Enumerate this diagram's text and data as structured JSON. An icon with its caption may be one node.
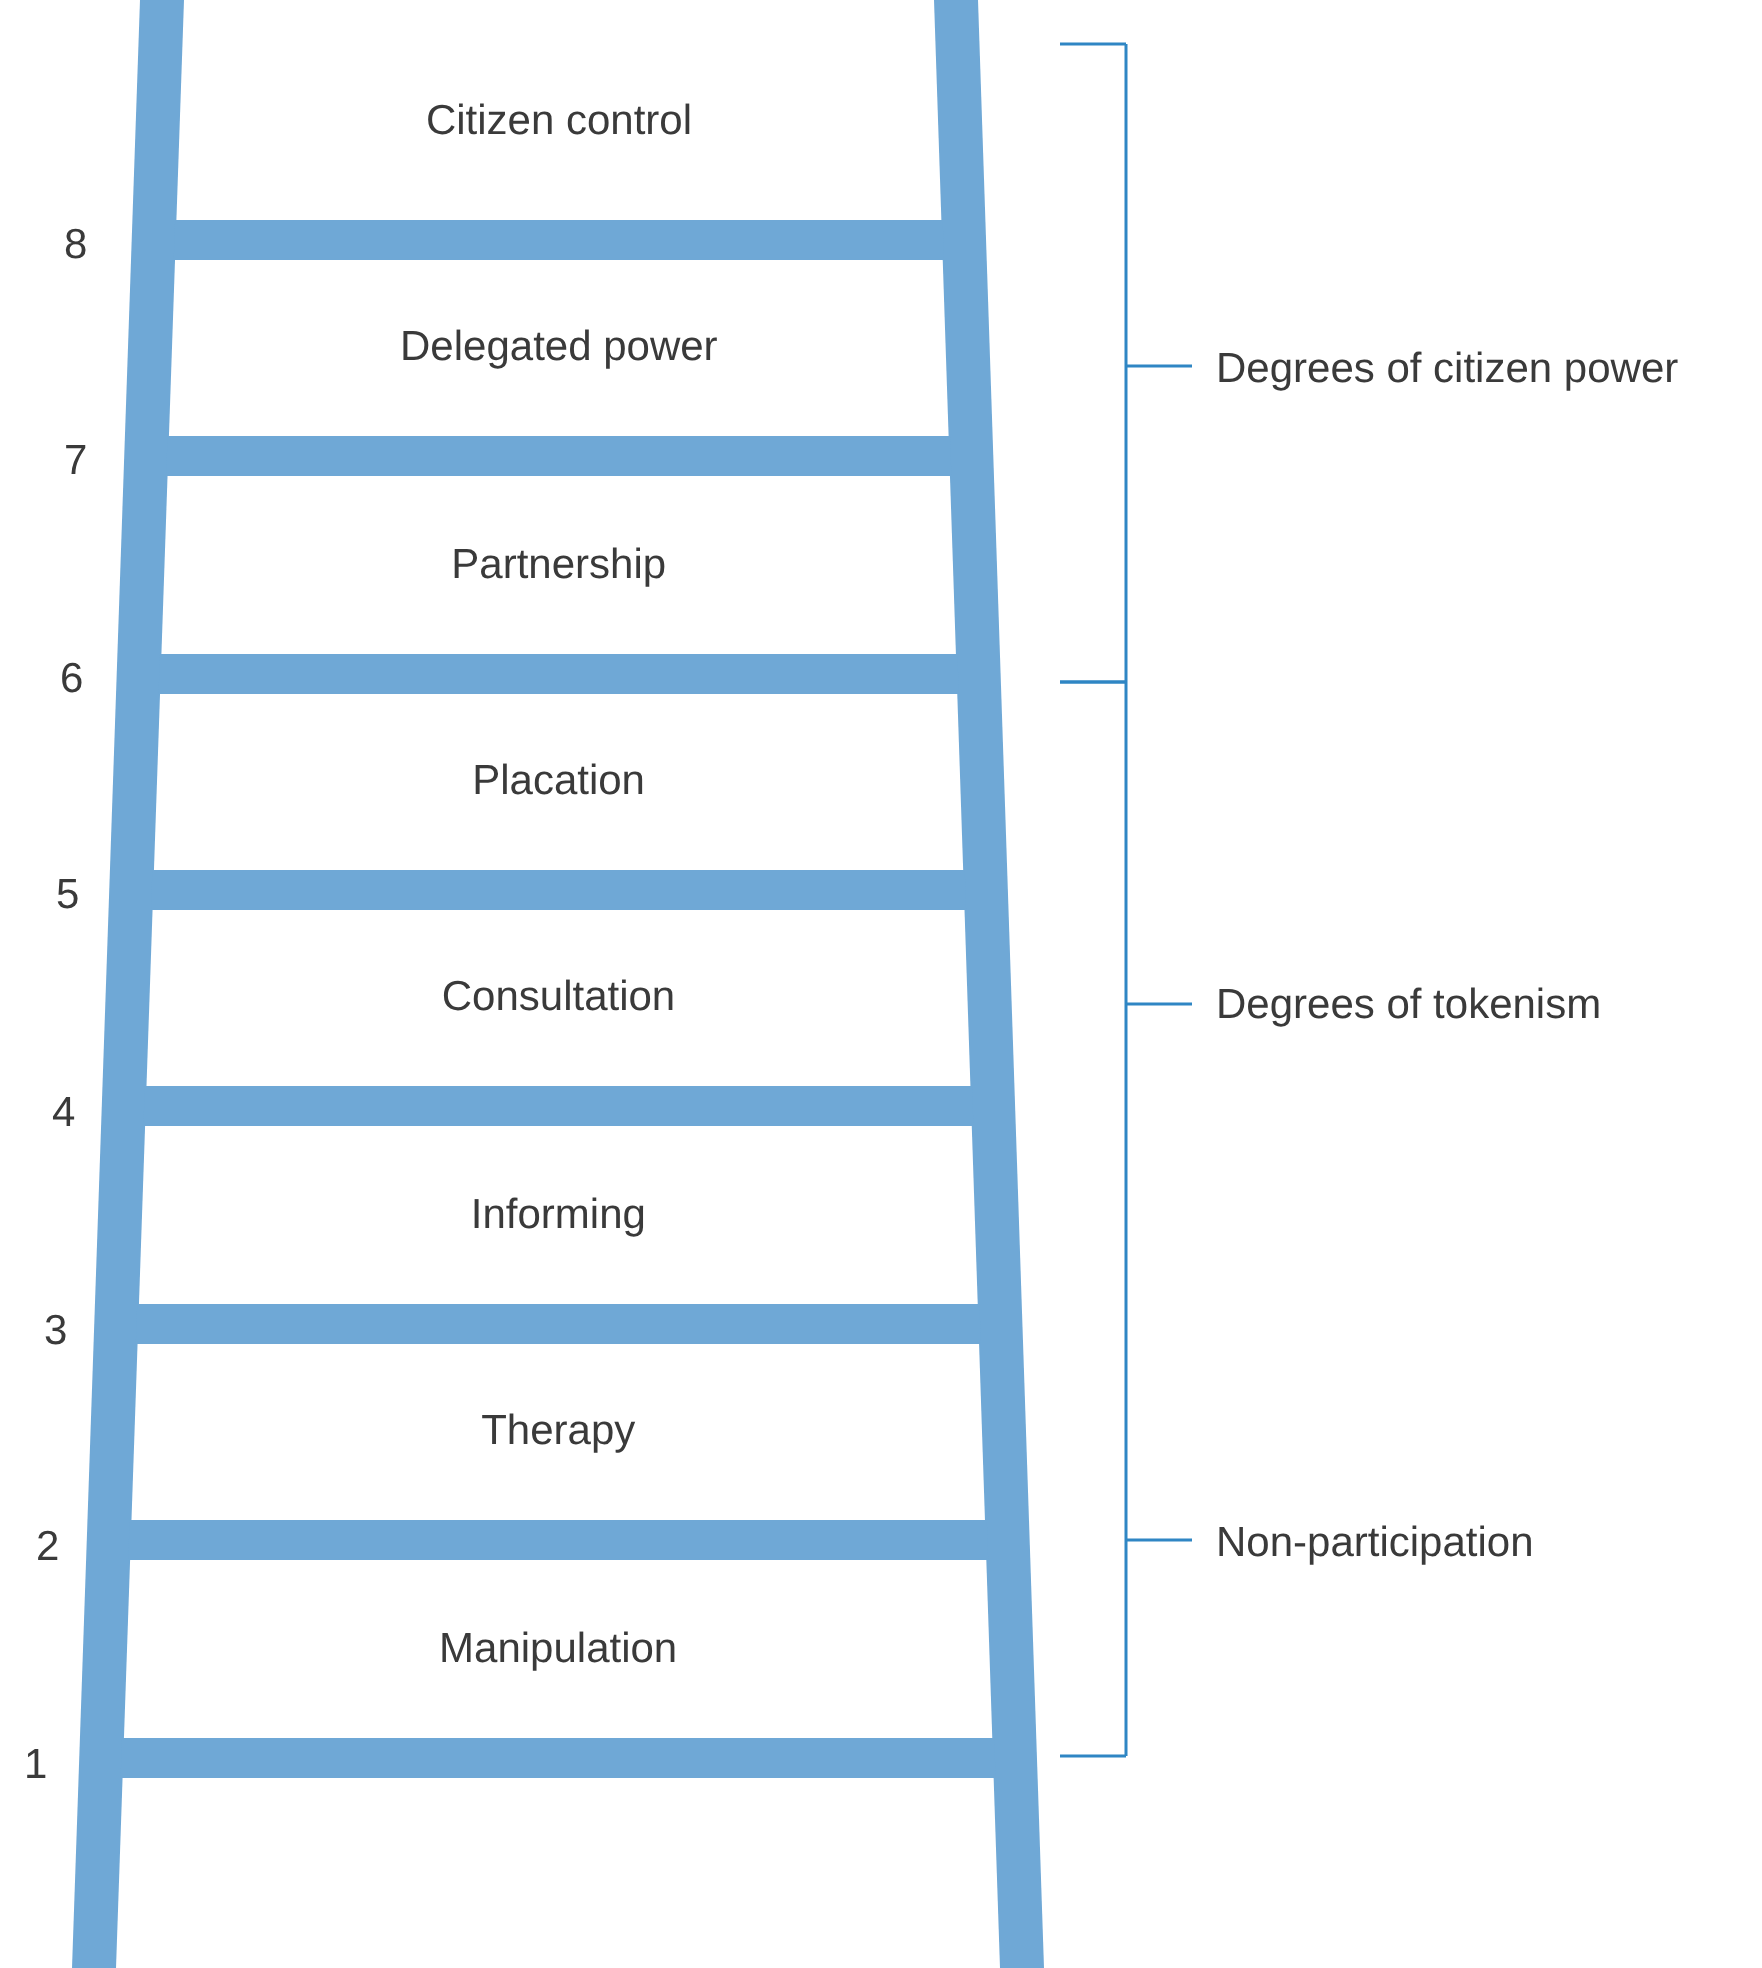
{
  "diagram": {
    "nodes": [
      {
        "text": [
          "Citizen control"
        ]
      },
      {
        "text": [
          "Delegated power"
        ]
      },
      {
        "text": [
          "Partnership"
        ]
      },
      {
        "text": [
          "Placation"
        ]
      },
      {
        "text": [
          "Consultation"
        ]
      },
      {
        "text": [
          "Informing"
        ]
      },
      {
        "text": [
          "Therapy"
        ]
      },
      {
        "text": [
          "Manipulation"
        ]
      }
    ],
    "edges": [],
    "labels": [
      "8",
      "Degrees of citizen power",
      "7",
      "6",
      "5",
      "Degrees of tokenism",
      "4",
      "3",
      "Non-participation",
      "2",
      "1"
    ]
  }
}
